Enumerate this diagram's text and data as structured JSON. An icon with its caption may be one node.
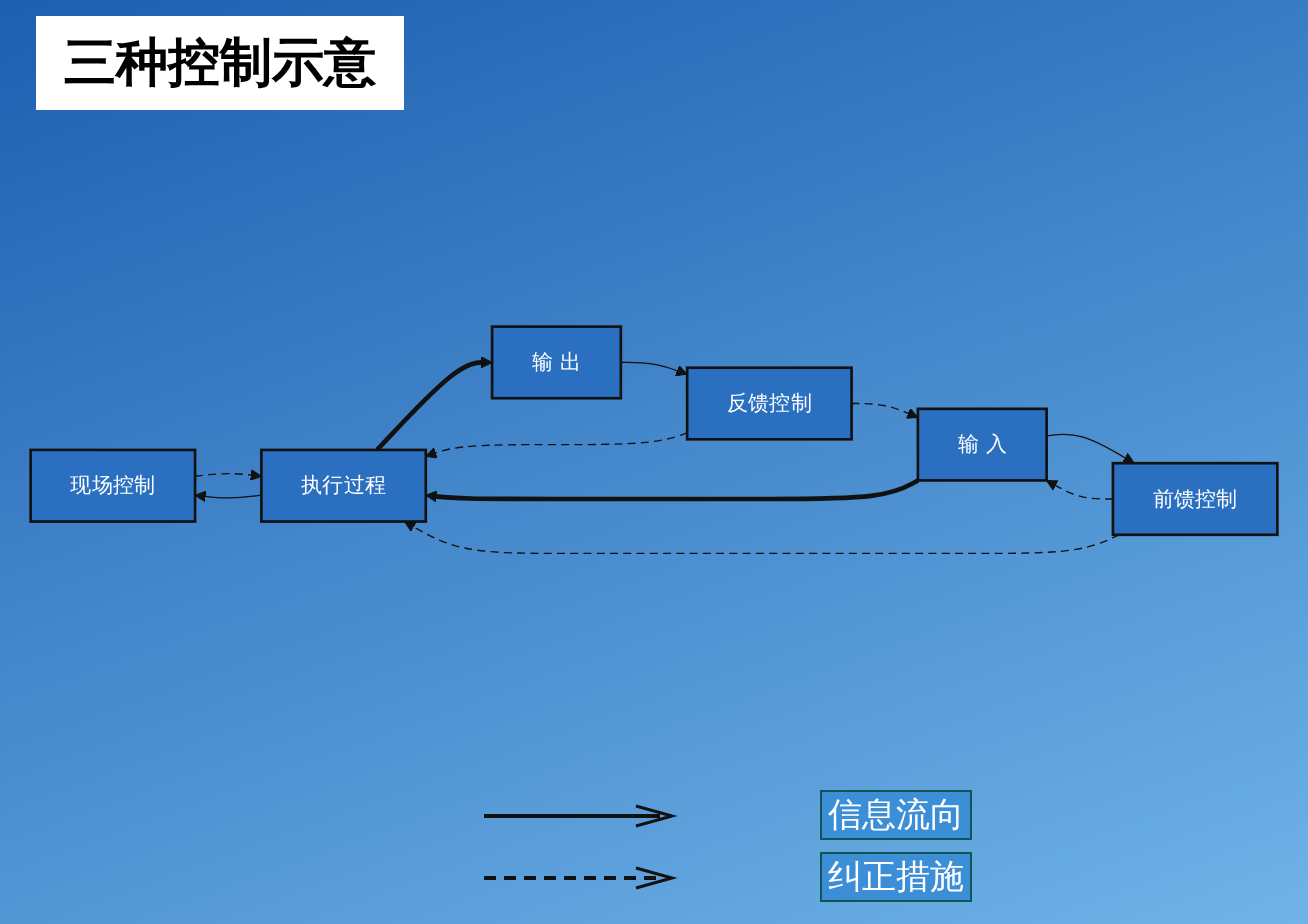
{
  "diagram": {
    "title": "三种控制示意",
    "nodes": [
      {
        "text": [
          "现场控制"
        ]
      },
      {
        "text": [
          "输 入"
        ]
      },
      {
        "text": [
          "执行过程"
        ]
      },
      {
        "text": [
          "输 出"
        ]
      },
      {
        "text": [
          "前馈控制"
        ]
      },
      {
        "text": [
          "反馈控制"
        ]
      }
    ],
    "edges": [
      {
        "from": 1,
        "to": 2,
        "arrow": "to",
        "style": "thick"
      },
      {
        "from": 2,
        "to": 3,
        "arrow": "to",
        "style": "thick"
      },
      {
        "from": 2,
        "to": 0,
        "arrow": "to"
      },
      {
        "from": 0,
        "to": 2,
        "arrow": "to",
        "style": "dashed"
      },
      {
        "from": 1,
        "to": 4,
        "arrow": "to"
      },
      {
        "from": 4,
        "to": 1,
        "arrow": "to",
        "style": "dashed"
      },
      {
        "from": 4,
        "to": 2,
        "arrow": "to",
        "style": "dashed"
      },
      {
        "from": 3,
        "to": 5,
        "arrow": "to"
      },
      {
        "from": 5,
        "to": 1,
        "arrow": "to",
        "style": "dashed"
      },
      {
        "from": 5,
        "to": 2,
        "arrow": "to",
        "style": "dashed"
      }
    ],
    "legend": [
      {
        "text": "信息流向"
      },
      {
        "text": "纠正措施"
      }
    ]
  }
}
